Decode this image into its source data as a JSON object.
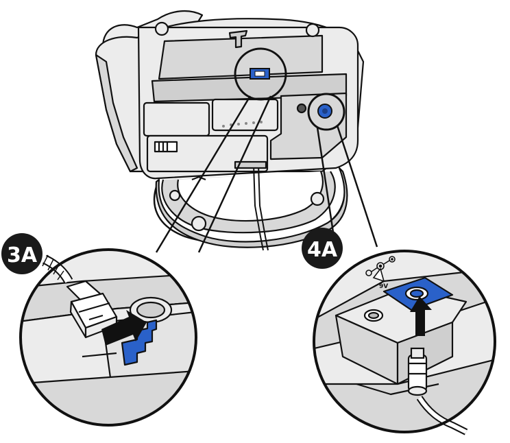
{
  "steps": [
    {
      "label": "3A"
    },
    {
      "label": "4A"
    }
  ],
  "power_marking": {
    "voltage": "9V"
  },
  "colors": {
    "outline": "#111111",
    "shade": "#d8d8d8",
    "light": "#ececec",
    "accent_blue": "#2a61c9",
    "badge": "#1a1a1a"
  },
  "icons": [
    "rj11-plug-icon",
    "power-plug-icon",
    "arrow-icon",
    "polarity-symbol-icon",
    "caution-triangle-icon"
  ]
}
